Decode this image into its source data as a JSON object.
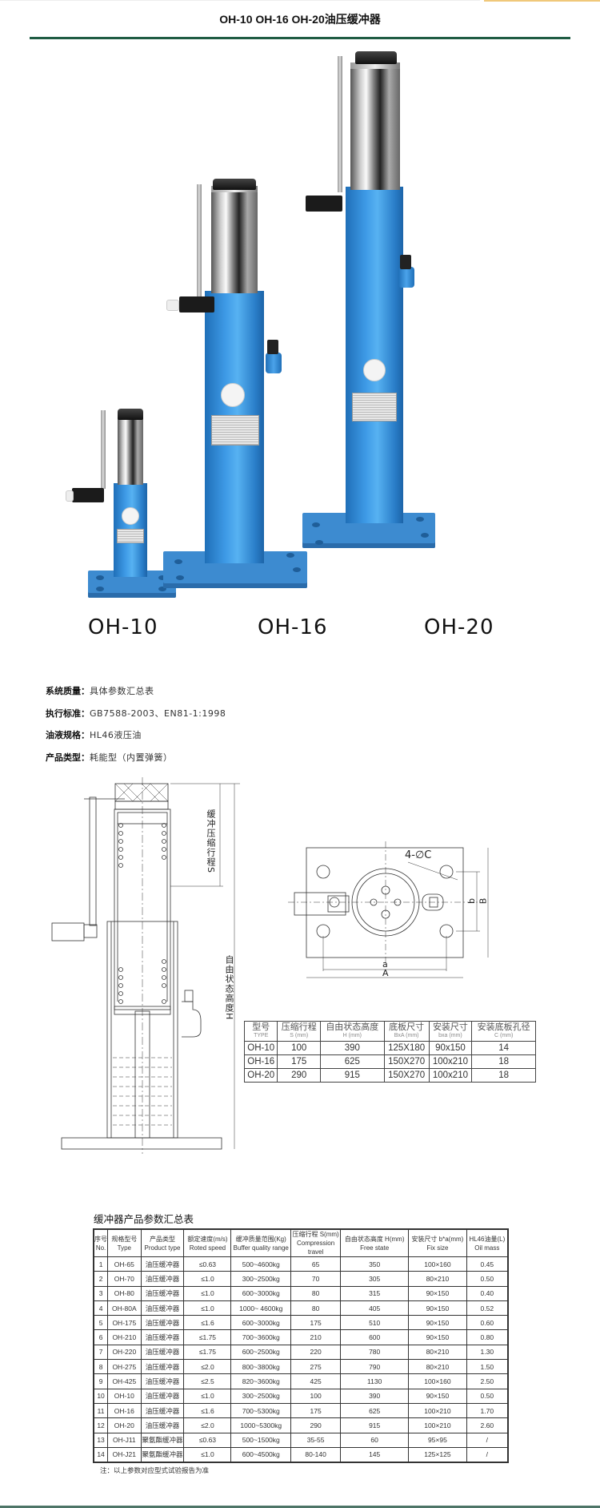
{
  "page": {
    "title": "OH-10 OH-16 OH-20油压缓冲器"
  },
  "colors": {
    "accent_rule": "#1f5c43",
    "product_blue": "#3e9ae6",
    "top_strip_gold": "#f0c87a",
    "bottom_rule": "#4d7567"
  },
  "photo": {
    "models": [
      {
        "label": "OH-10"
      },
      {
        "label": "OH-16"
      },
      {
        "label": "OH-20"
      }
    ]
  },
  "specs": [
    {
      "key": "系统质量：",
      "value": "具体参数汇总表"
    },
    {
      "key": "执行标准：",
      "value": "GB7588-2003、EN81-1:1998"
    },
    {
      "key": "油液规格：",
      "value": "HL46液压油"
    },
    {
      "key": "产品类型：",
      "value": "耗能型（内置弹簧）"
    }
  ],
  "drawing_side": {
    "stroke_label": "缓冲压缩行程S",
    "height_label": "自由状态高度H"
  },
  "drawing_top": {
    "hole_label": "4-∅C",
    "dim_a": "a",
    "dim_A": "A",
    "dim_b": "b",
    "dim_B": "B"
  },
  "small_table": {
    "headers": [
      {
        "cn": "型号",
        "en": "TYPE"
      },
      {
        "cn": "压缩行程",
        "en": "S (mm)"
      },
      {
        "cn": "自由状态高度",
        "en": "H (mm)"
      },
      {
        "cn": "底板尺寸",
        "en": "BxA (mm)"
      },
      {
        "cn": "安装尺寸",
        "en": "bxa (mm)"
      },
      {
        "cn": "安装底板孔径",
        "en": "C (mm)"
      }
    ],
    "rows": [
      [
        "OH-10",
        "100",
        "390",
        "125X180",
        "90x150",
        "14"
      ],
      [
        "OH-16",
        "175",
        "625",
        "150X270",
        "100x210",
        "18"
      ],
      [
        "OH-20",
        "290",
        "915",
        "150X270",
        "100x210",
        "18"
      ]
    ]
  },
  "big_table": {
    "title": "缓冲器产品参数汇总表",
    "headers": [
      {
        "cn": "序号",
        "en": "No."
      },
      {
        "cn": "规格型号",
        "en": "Type"
      },
      {
        "cn": "产品类型",
        "en": "Product type"
      },
      {
        "cn": "额定速度(m/s)",
        "en": "Roted speed"
      },
      {
        "cn": "缓冲质量范围(Kg)",
        "en": "Buffer quality range"
      },
      {
        "cn": "压缩行程 S(mm)",
        "en": "Compression travel"
      },
      {
        "cn": "自由状态高度 H(mm)",
        "en": "Free state"
      },
      {
        "cn": "安装尺寸 b*a(mm)",
        "en": "Fix size"
      },
      {
        "cn": "HL46油量(L)",
        "en": "Oil mass"
      }
    ],
    "rows": [
      [
        "1",
        "OH-65",
        "油压缓冲器",
        "≤0.63",
        "500~4600kg",
        "65",
        "350",
        "100×160",
        "0.45"
      ],
      [
        "2",
        "OH-70",
        "油压缓冲器",
        "≤1.0",
        "300~2500kg",
        "70",
        "305",
        "80×210",
        "0.50"
      ],
      [
        "3",
        "OH-80",
        "油压缓冲器",
        "≤1.0",
        "600~3000kg",
        "80",
        "315",
        "90×150",
        "0.40"
      ],
      [
        "4",
        "OH-80A",
        "油压缓冲器",
        "≤1.0",
        "1000~ 4600kg",
        "80",
        "405",
        "90×150",
        "0.52"
      ],
      [
        "5",
        "OH-175",
        "油压缓冲器",
        "≤1.6",
        "600~3000kg",
        "175",
        "510",
        "90×150",
        "0.60"
      ],
      [
        "6",
        "OH-210",
        "油压缓冲器",
        "≤1.75",
        "700~3600kg",
        "210",
        "600",
        "90×150",
        "0.80"
      ],
      [
        "7",
        "OH-220",
        "油压缓冲器",
        "≤1.75",
        "600~2500kg",
        "220",
        "780",
        "80×210",
        "1.30"
      ],
      [
        "8",
        "OH-275",
        "油压缓冲器",
        "≤2.0",
        "800~3800kg",
        "275",
        "790",
        "80×210",
        "1.50"
      ],
      [
        "9",
        "OH-425",
        "油压缓冲器",
        "≤2.5",
        "820~3600kg",
        "425",
        "1130",
        "100×160",
        "2.50"
      ],
      [
        "10",
        "OH-10",
        "油压缓冲器",
        "≤1.0",
        "300~2500kg",
        "100",
        "390",
        "90×150",
        "0.50"
      ],
      [
        "11",
        "OH-16",
        "油压缓冲器",
        "≤1.6",
        "700~5300kg",
        "175",
        "625",
        "100×210",
        "1.70"
      ],
      [
        "12",
        "OH-20",
        "油压缓冲器",
        "≤2.0",
        "1000~5300kg",
        "290",
        "915",
        "100×210",
        "2.60"
      ],
      [
        "13",
        "OH-J11",
        "聚氨酯缓冲器",
        "≤0.63",
        "500~1500kg",
        "35-55",
        "60",
        "95×95",
        "/"
      ],
      [
        "14",
        "OH-J21",
        "聚氨酯缓冲器",
        "≤1.0",
        "600~4500kg",
        "80-140",
        "145",
        "125×125",
        "/"
      ]
    ],
    "note": "注：以上参数对应型式试验报告为准"
  }
}
